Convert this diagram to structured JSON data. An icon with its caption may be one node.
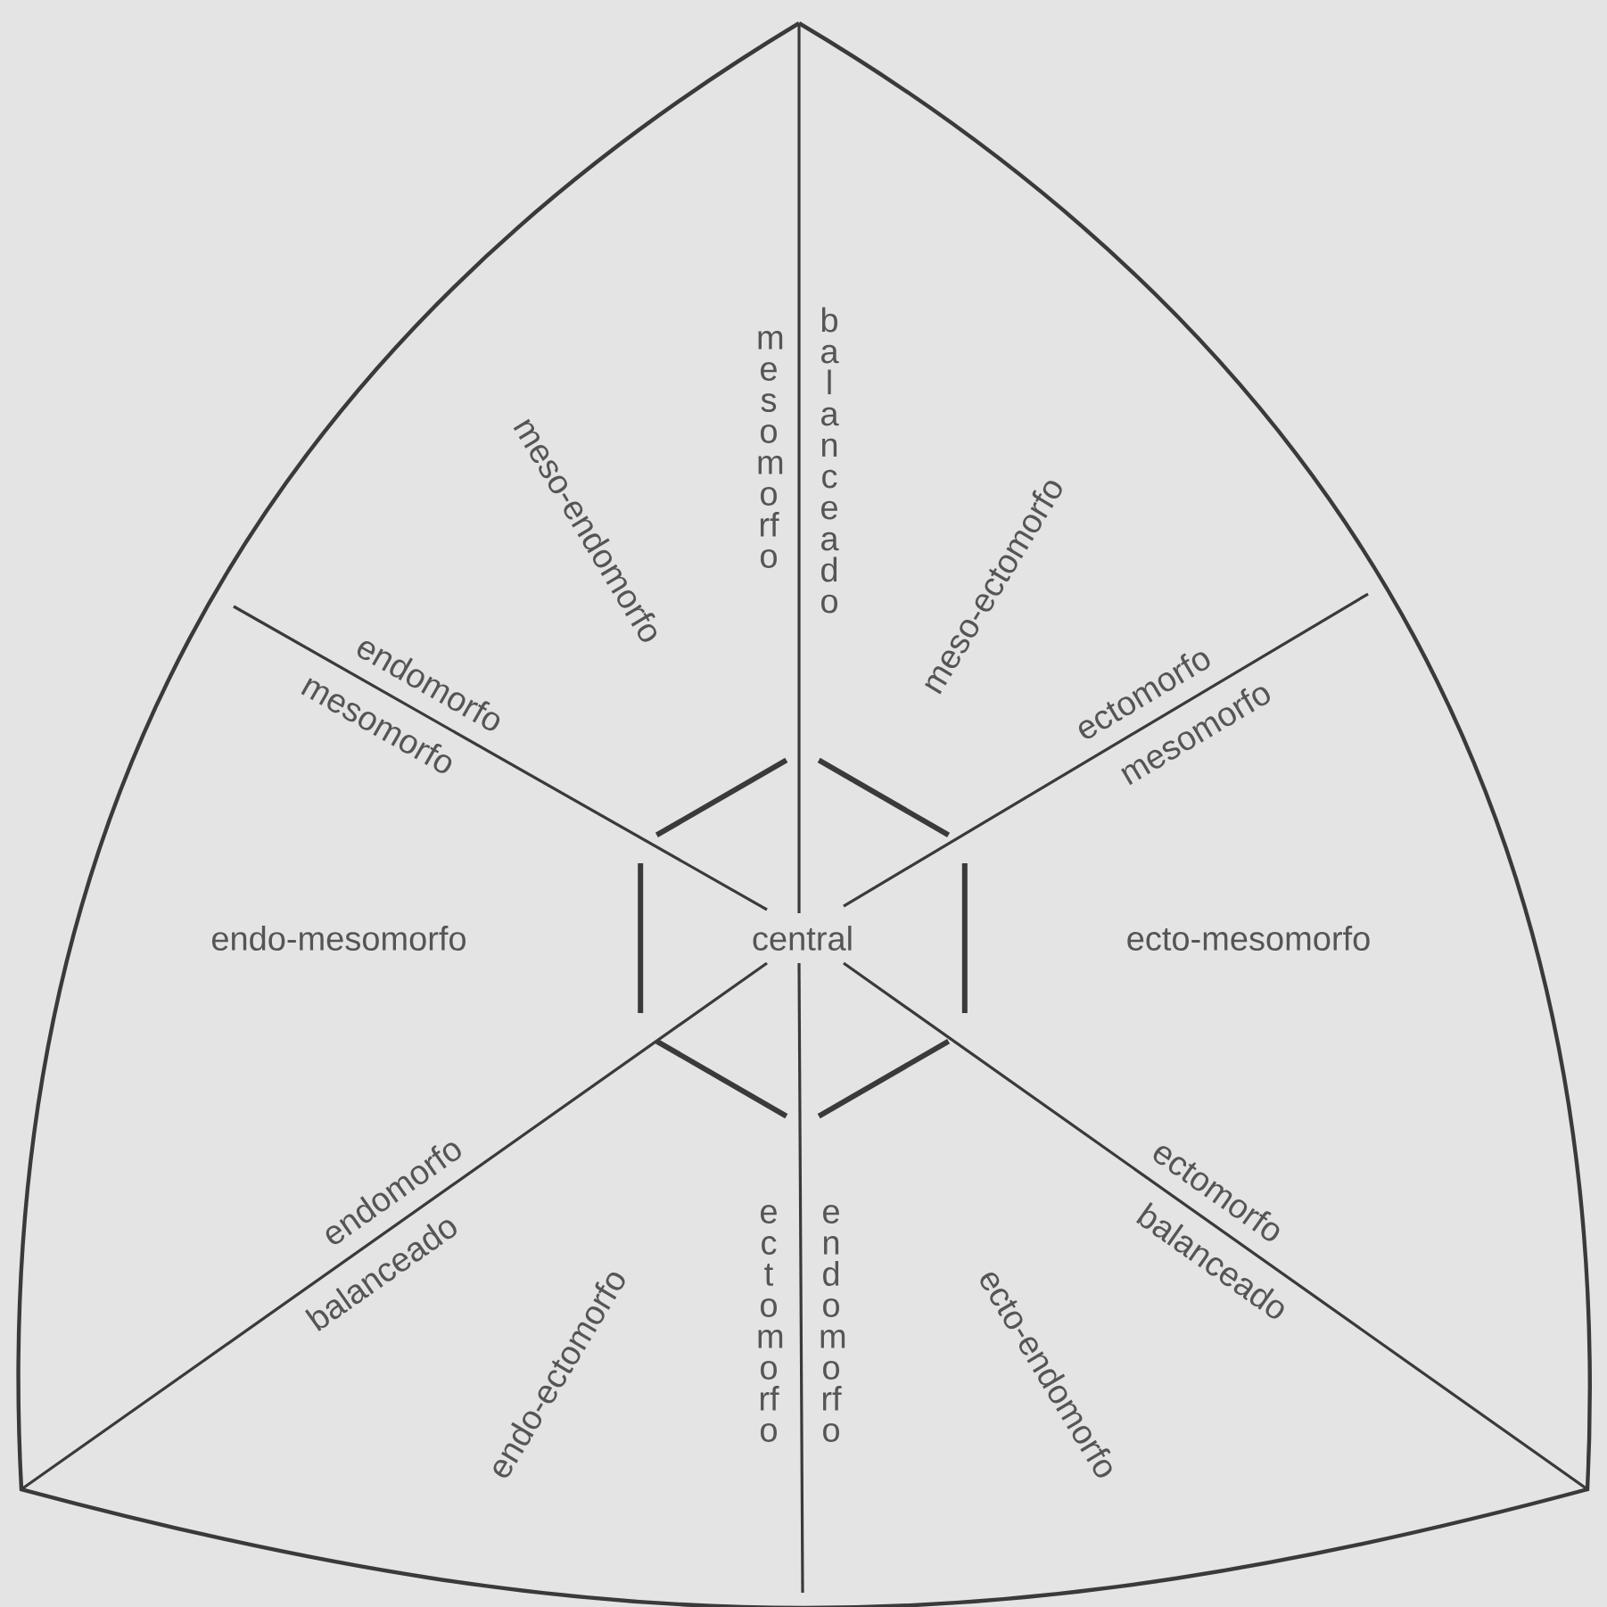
{
  "diagram": {
    "nodes": [
      {
        "text": [
          "central"
        ]
      }
    ],
    "labels": [
      "meso-endomorfo",
      "mesomorfo",
      "balanceado",
      "meso-ectomorfo",
      "endomorfo",
      "mesomorfo",
      "ectomorfo",
      "mesomorfo",
      "endo-mesomorfo",
      "ecto-mesomorfo",
      "ectomorfo",
      "balanceado",
      "endomorfo",
      "balanceado",
      "endo-ectomorfo",
      "ectomorfo",
      "endomorfo",
      "ecto-endomorfo"
    ]
  }
}
